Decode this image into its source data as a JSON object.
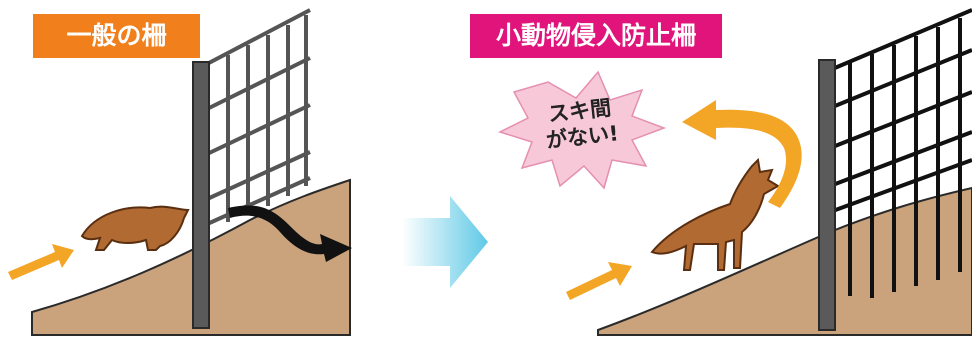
{
  "colors": {
    "label_left_bg": "#f07f1c",
    "label_right_bg": "#e0147a",
    "ground": "#caa27c",
    "ground_outline": "#2a2a2a",
    "fence": "#555555",
    "fox": "#b06a32",
    "arrow_orange": "#f3a526",
    "arrow_black": "#111111",
    "transition_arrow": "#5fc9e6",
    "burst": "#f6c8d8"
  },
  "panels": {
    "left": {
      "label": "一般の柵"
    },
    "right": {
      "label": "小動物侵入防止柵"
    }
  },
  "burst": {
    "line1": "スキ間",
    "line2": "がない!"
  },
  "icons": {
    "fox": "fox-icon",
    "fence": "fence-icon",
    "approach_arrow": "arrow-right-icon",
    "escape_arrow": "curved-arrow-icon",
    "repel_arrow": "curved-arrow-back-icon",
    "transition": "chevron-right-icon"
  }
}
